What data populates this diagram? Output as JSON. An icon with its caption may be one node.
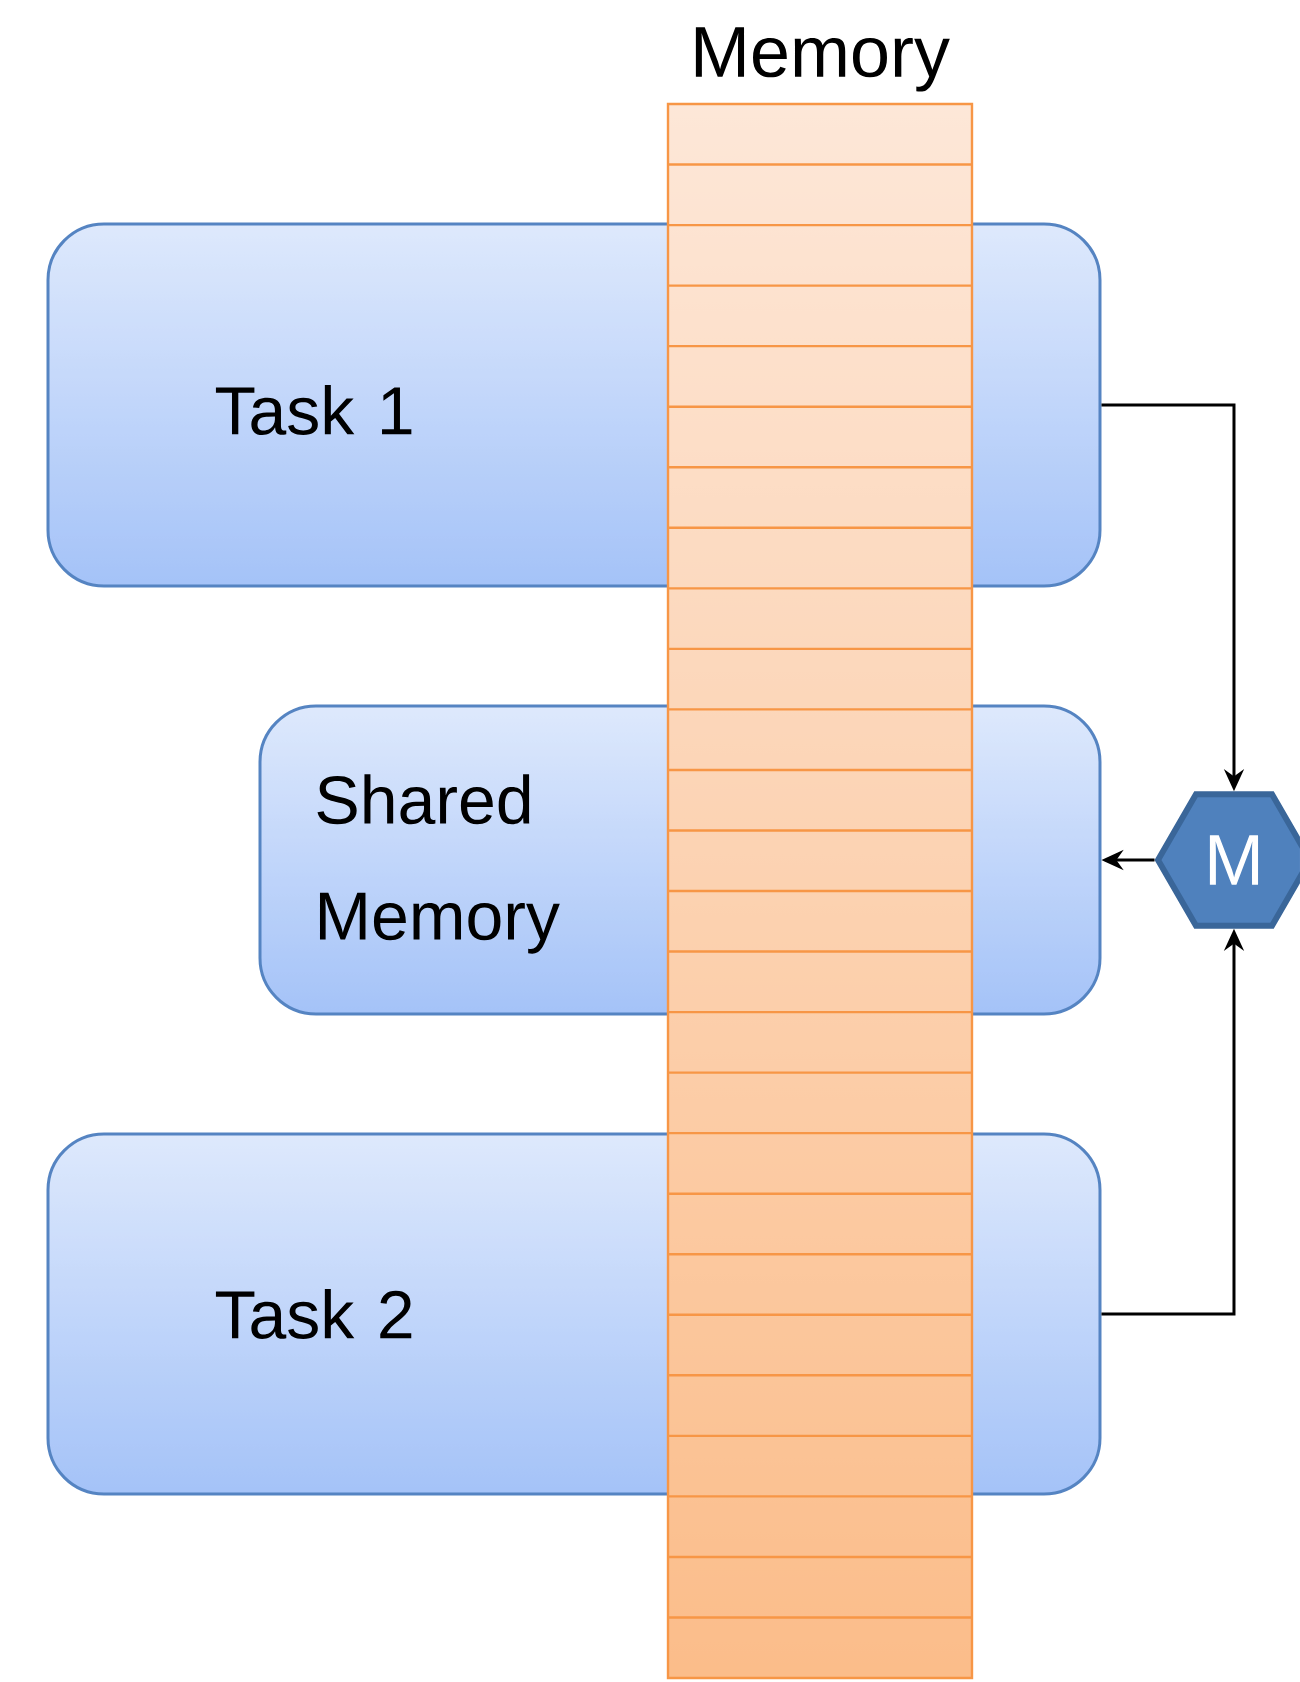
{
  "diagram": {
    "nodes": [
      {
        "text": [
          "Task 1"
        ]
      },
      {
        "text": [
          "Shared Memory"
        ]
      },
      {
        "text": [
          "Task 2"
        ]
      },
      {
        "text": [
          "Memory"
        ]
      },
      {
        "text": [
          "M"
        ]
      }
    ],
    "edges": [
      {
        "from": 0,
        "to": 4,
        "arrow": "to"
      },
      {
        "from": 4,
        "to": 1,
        "arrow": "to"
      },
      {
        "from": 2,
        "to": 4,
        "arrow": "to"
      }
    ]
  }
}
